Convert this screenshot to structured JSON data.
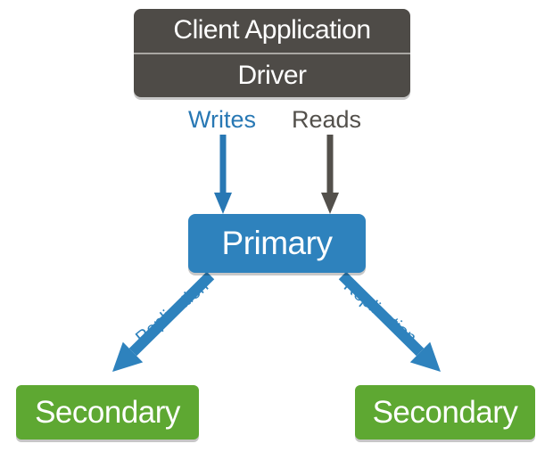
{
  "diagram": {
    "type": "replica-set-architecture",
    "nodes": {
      "client_application": {
        "label": "Client Application"
      },
      "driver": {
        "label": "Driver"
      },
      "primary": {
        "label": "Primary"
      },
      "secondary_left": {
        "label": "Secondary"
      },
      "secondary_right": {
        "label": "Secondary"
      }
    },
    "edges": {
      "writes": {
        "label": "Writes",
        "from": "driver",
        "to": "primary"
      },
      "reads": {
        "label": "Reads",
        "from": "driver",
        "to": "primary"
      },
      "replication_left": {
        "label": "Replication",
        "from": "primary",
        "to": "secondary_left"
      },
      "replication_right": {
        "label": "Replication",
        "from": "primary",
        "to": "secondary_right"
      }
    },
    "colors": {
      "blue": "#2e82bd",
      "writes_text_blue": "#2878b4",
      "dark_gray": "#4e4b47",
      "reads_text_gray": "#53504b",
      "green": "#5ea832",
      "divider_gray": "#a9a7a3",
      "box_text": "#ffffff",
      "background": "#ffffff"
    }
  }
}
